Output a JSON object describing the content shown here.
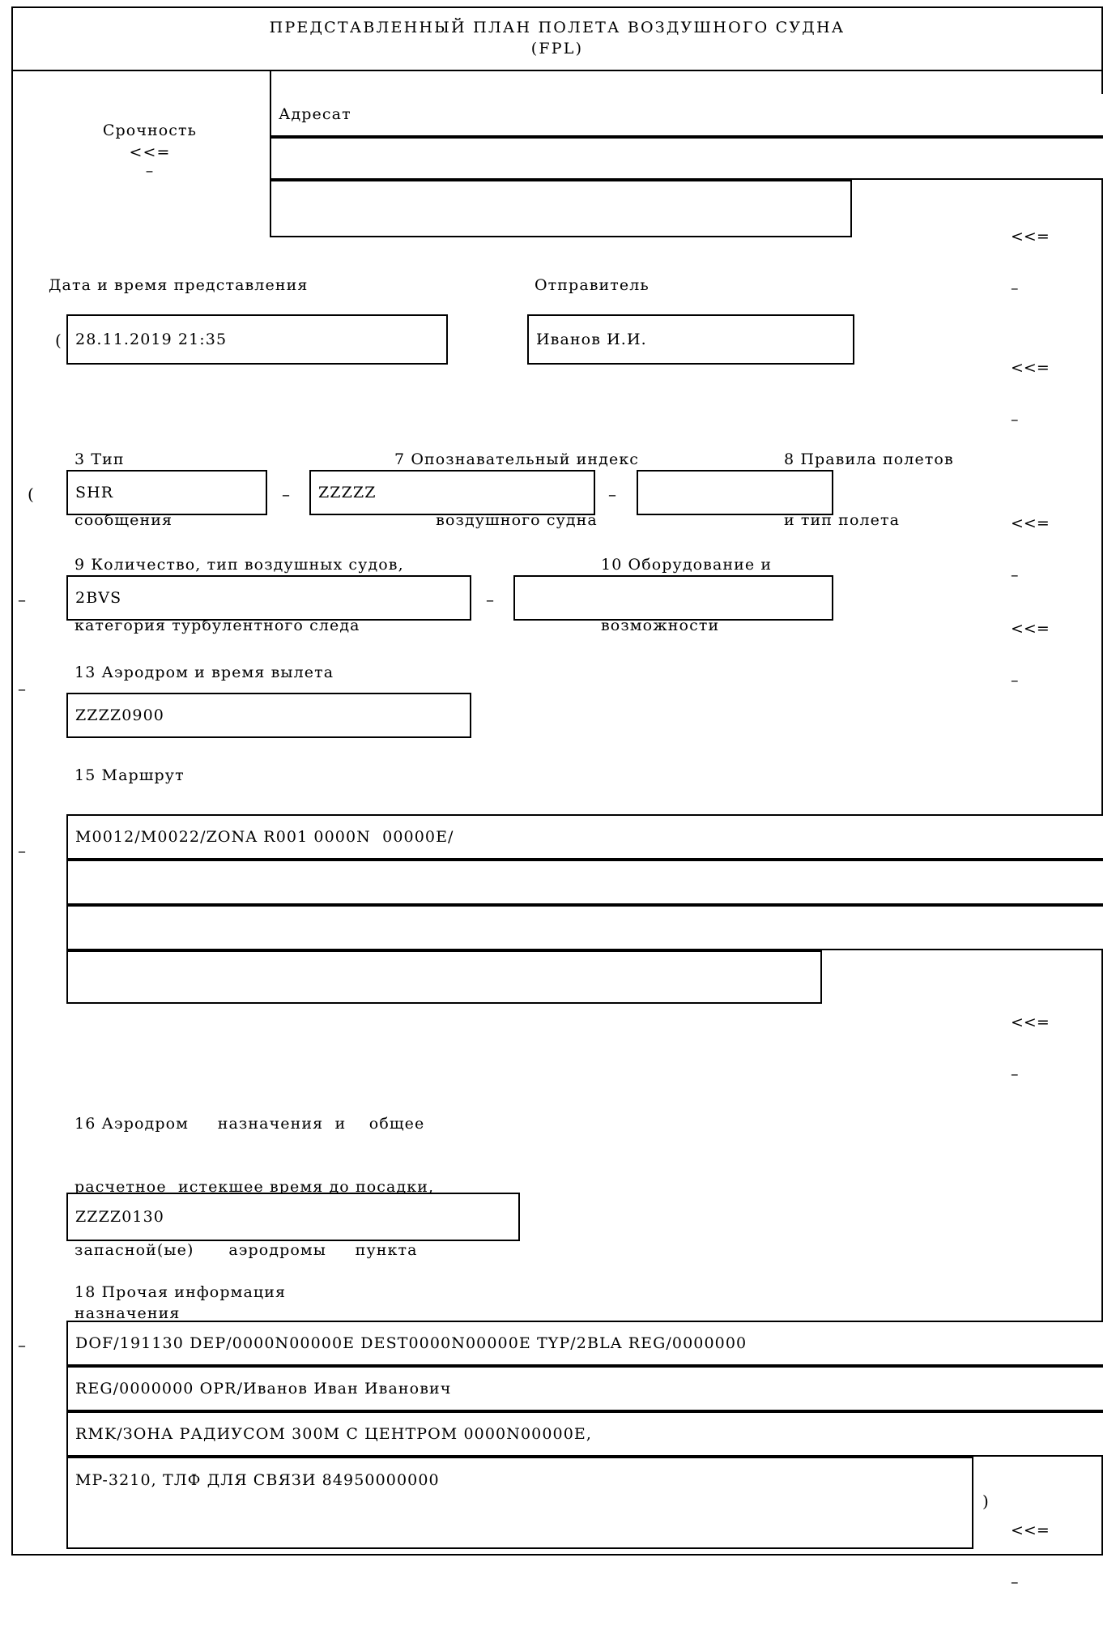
{
  "document": {
    "title_line1": "ПРЕДСТАВЛЕННЫЙ ПЛАН ПОЛЕТА ВОЗДУШНОГО СУДНА",
    "title_line2": "(FPL)"
  },
  "markers": {
    "arrows": "<<=",
    "dash": "–",
    "open_paren": "(",
    "close_paren": ")",
    "hyphen": "–"
  },
  "urgency": {
    "label": "Срочность",
    "arrows": "<<=",
    "dash": "–"
  },
  "addressee": {
    "label": "Адресат",
    "line1": "",
    "line2": "",
    "line3": "",
    "arrows": "<<=",
    "dash": "–"
  },
  "submission": {
    "datetime_label": "Дата и время представления",
    "datetime_value": "28.11.2019 21:35",
    "sender_label": "Отправитель",
    "sender_value": "Иванов И.И.",
    "arrows": "<<=",
    "dash": "–"
  },
  "field3": {
    "label_line1": "3 Тип",
    "label_line2": "сообщения",
    "value": "SHR"
  },
  "field7": {
    "label_line1": "7 Опознавательный индекс",
    "label_line2": "воздушного судна",
    "value": "ZZZZZ"
  },
  "field8": {
    "label_line1": "8 Правила полетов",
    "label_line2": "и тип полета",
    "value": ""
  },
  "field9": {
    "label_line1": "9 Количество, тип воздушных судов,",
    "label_line2": "категория турбулентного следа",
    "value": "2BVS"
  },
  "field10": {
    "label_line1": "10 Оборудование и",
    "label_line2": "возможности",
    "value": ""
  },
  "field13": {
    "label": "13 Аэродром и время вылета",
    "value": "ZZZZ0900"
  },
  "field15": {
    "label": "15 Маршрут",
    "line1": "M0012/M0022/ZONA R001 0000N  00000E/",
    "line2": "",
    "line3": "",
    "line4": ""
  },
  "field16": {
    "label_line1": "16 Аэродром     назначения  и    общее",
    "label_line2": "расчетное  истекшее время до посадки,",
    "label_line3": "запасной(ые)      аэродромы     пункта",
    "label_line4": "назначения",
    "value": "ZZZZ0130"
  },
  "field18": {
    "label": "18 Прочая информация",
    "line1": "DOF/191130 DEP/0000N00000E DEST0000N00000E TYP/2BLA REG/0000000",
    "line2": "REG/0000000 OPR/Иванов Иван Иванович",
    "line3": "RMK/ЗОНА РАДИУСОМ 300М С ЦЕНТРОМ 0000N00000E,",
    "line4": "MP-3210, ТЛФ ДЛЯ СВЯЗИ 84950000000"
  }
}
